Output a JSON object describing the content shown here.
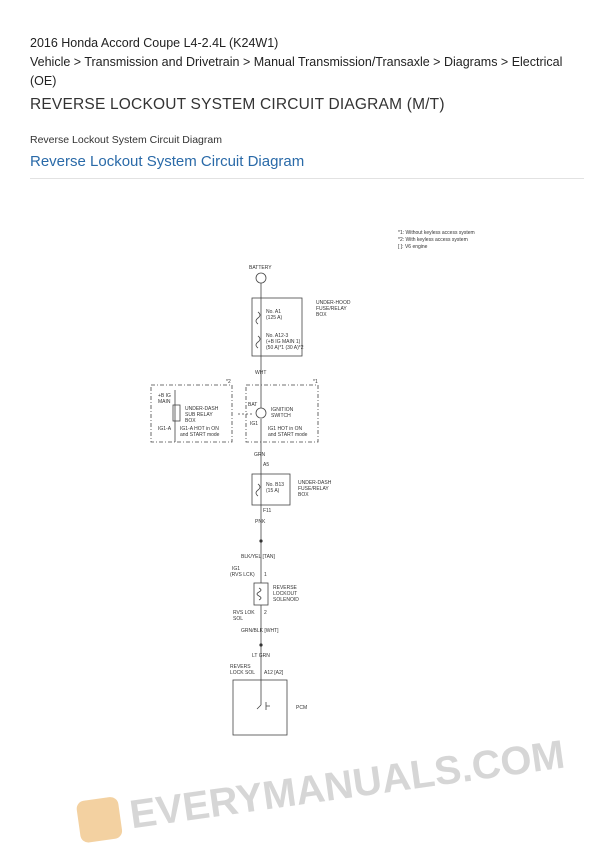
{
  "header": {
    "vehicle": "2016 Honda Accord Coupe L4-2.4L (K24W1)",
    "breadcrumb": "Vehicle > Transmission and Drivetrain > Manual Transmission/Transaxle > Diagrams > Electrical (OE)"
  },
  "page_title": "REVERSE LOCKOUT SYSTEM CIRCUIT DIAGRAM (M/T)",
  "section_caption": "Reverse Lockout System Circuit Diagram",
  "section_heading": "Reverse Lockout System Circuit Diagram",
  "diagram": {
    "notes": [
      "*1: Without keyless access system",
      "*2: With keyless access system",
      "[ ]: V6 engine"
    ],
    "battery": "BATTERY",
    "fuse_a1": [
      "No. A1",
      "(125 A)"
    ],
    "fuse_a12": [
      "No. A12-3",
      "(+B IG MAIN 1)",
      "(50 A)*1 (30 A)*2"
    ],
    "underhood_box": [
      "UNDER-HOOD",
      "FUSE/RELAY",
      "BOX"
    ],
    "wht": "WHT",
    "mark1": "*1",
    "mark2": "*2",
    "ig_main": [
      "+B IG",
      "MAIN"
    ],
    "sub_relay": [
      "UNDER-DASH",
      "SUB RELAY",
      "BOX"
    ],
    "ig1a": "IG1-A",
    "ig1a_note": [
      "IG1-A HOT in ON",
      "and START mode"
    ],
    "bat": "BAT",
    "ig1": "IG1",
    "ignition_switch": [
      "IGNITION",
      "SWITCH"
    ],
    "ig1_note": [
      "IG1 HOT in ON",
      "and START mode"
    ],
    "grn": "GRN",
    "a5": "A5",
    "fuse_b13": [
      "No. B13",
      "(15 A)"
    ],
    "underdash_box": [
      "UNDER-DASH",
      "FUSE/RELAY",
      "BOX"
    ],
    "f11": "F11",
    "pnk": "PNK",
    "blk_yel": "BLK/YEL [TAN]",
    "ig1_rvs": [
      "IG1",
      "(RVS LCK)"
    ],
    "pin1": "1",
    "solenoid": [
      "REVERSE",
      "LOCKOUT",
      "SOLENOID"
    ],
    "rvs_lok_sol": [
      "RVS LOK",
      "SOL"
    ],
    "pin2": "2",
    "grn_blk": "GRN/BLK [WHT]",
    "lt_grn": "LT GRN",
    "revers_lock_sol": [
      "REVERS",
      "LOCK SOL"
    ],
    "a12": "A12 [A2]",
    "pcm": "PCM"
  },
  "watermark": "EVERYMANUALS.COM"
}
